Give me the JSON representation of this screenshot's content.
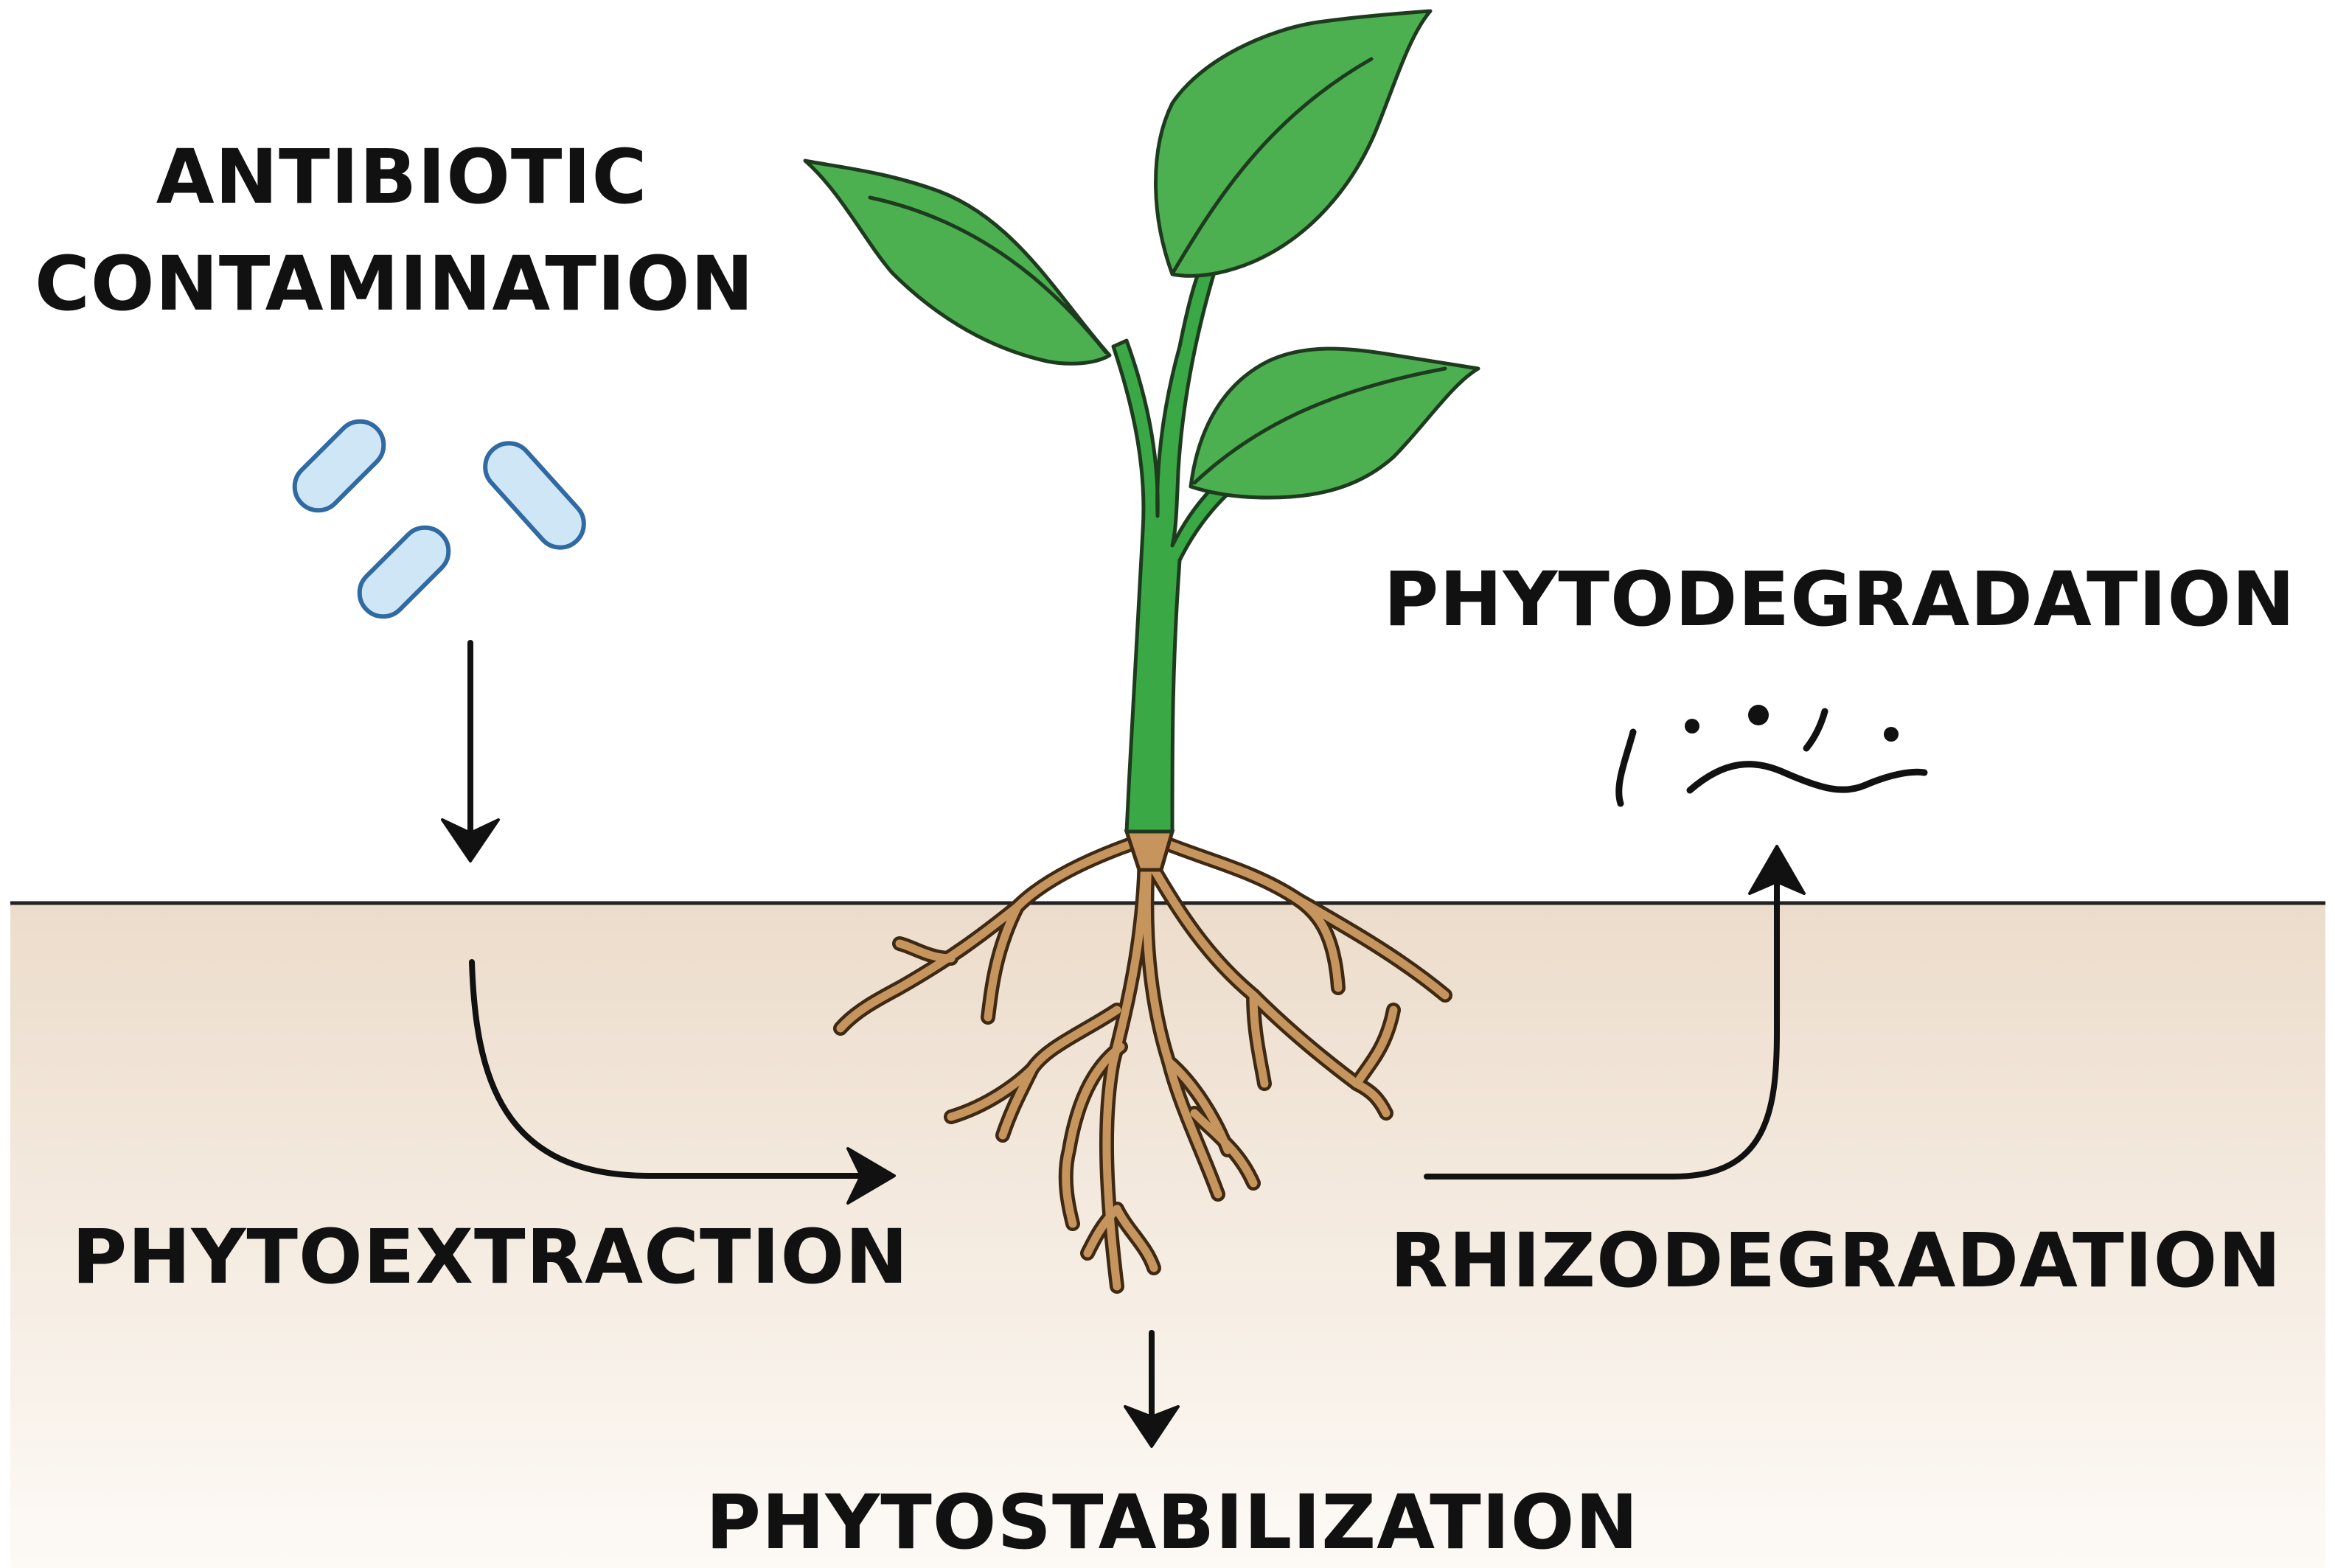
{
  "labels": {
    "contamination_line1": "ANTIBIOTIC",
    "contamination_line2": "CONTAMINATION",
    "phytoextraction": "PHYTOEXTRACTION",
    "phytodegradation": "PHYTODEGRADATION",
    "rhizodegradation": "RHIZODEGRADATION",
    "phytostabilization": "PHYTOSTABILIZATION"
  },
  "colors": {
    "leaf": "#4cb050",
    "stem": "#3aa845",
    "root": "#c6955e",
    "root_outline": "#3e2914",
    "soil_top": "#ecdccb",
    "soil_bottom": "#fdfaf6",
    "antibiotic_fill": "#cfe6f7",
    "antibiotic_outline": "#2f6aa3",
    "text": "#111111"
  },
  "icons": {
    "antibiotic": "capsule-icon",
    "degradation_products": "fragment-icon"
  }
}
